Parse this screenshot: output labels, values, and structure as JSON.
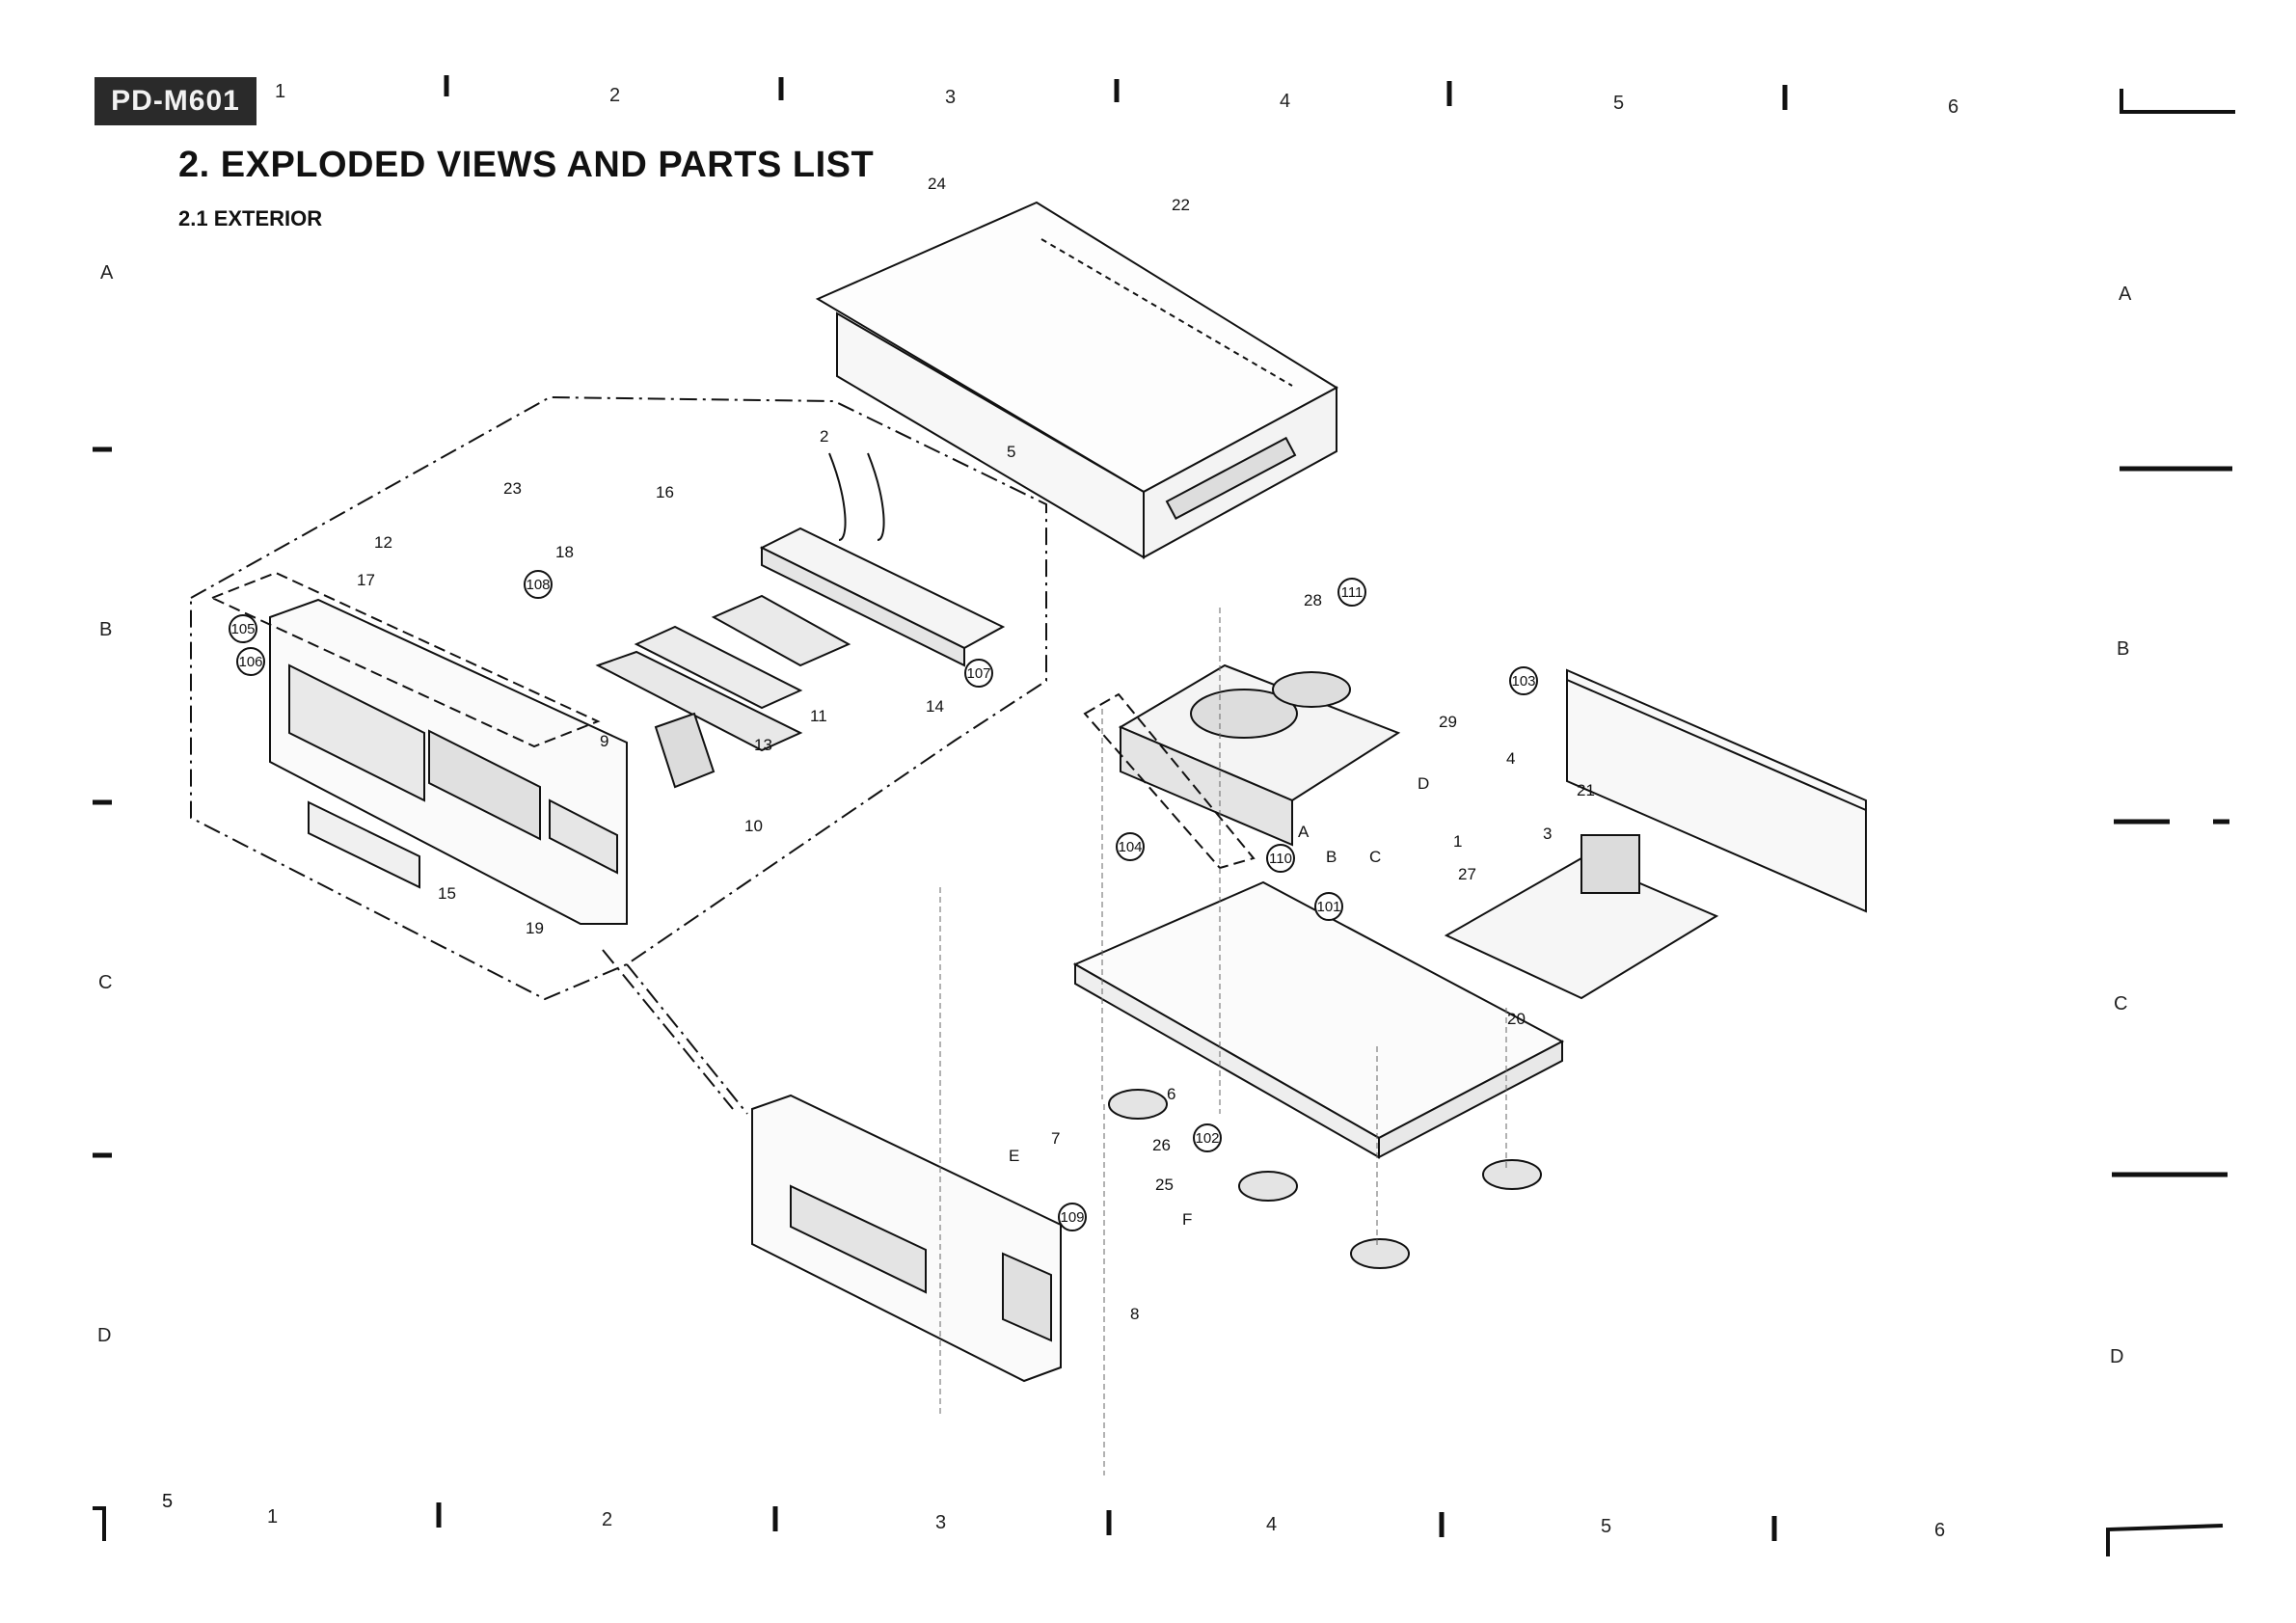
{
  "header": {
    "model": "PD-M601",
    "title": "2. EXPLODED VIEWS AND PARTS LIST",
    "subtitle": "2.1 EXTERIOR"
  },
  "grid": {
    "columns": [
      "1",
      "2",
      "3",
      "4",
      "5",
      "6"
    ],
    "rows": [
      "A",
      "B",
      "C",
      "D"
    ]
  },
  "page_number": "5",
  "diagram": {
    "part_labels": [
      "1",
      "2",
      "3",
      "4",
      "5",
      "6",
      "7",
      "8",
      "9",
      "10",
      "11",
      "12",
      "13",
      "14",
      "15",
      "16",
      "17",
      "18",
      "19",
      "20",
      "21",
      "22",
      "23",
      "24",
      "25",
      "26",
      "27",
      "28",
      "29"
    ],
    "circled_labels": [
      "101",
      "102",
      "103",
      "104",
      "105",
      "106",
      "107",
      "108",
      "109",
      "110",
      "111"
    ],
    "connector_letters": [
      "A",
      "B",
      "C",
      "D",
      "E",
      "F"
    ]
  }
}
